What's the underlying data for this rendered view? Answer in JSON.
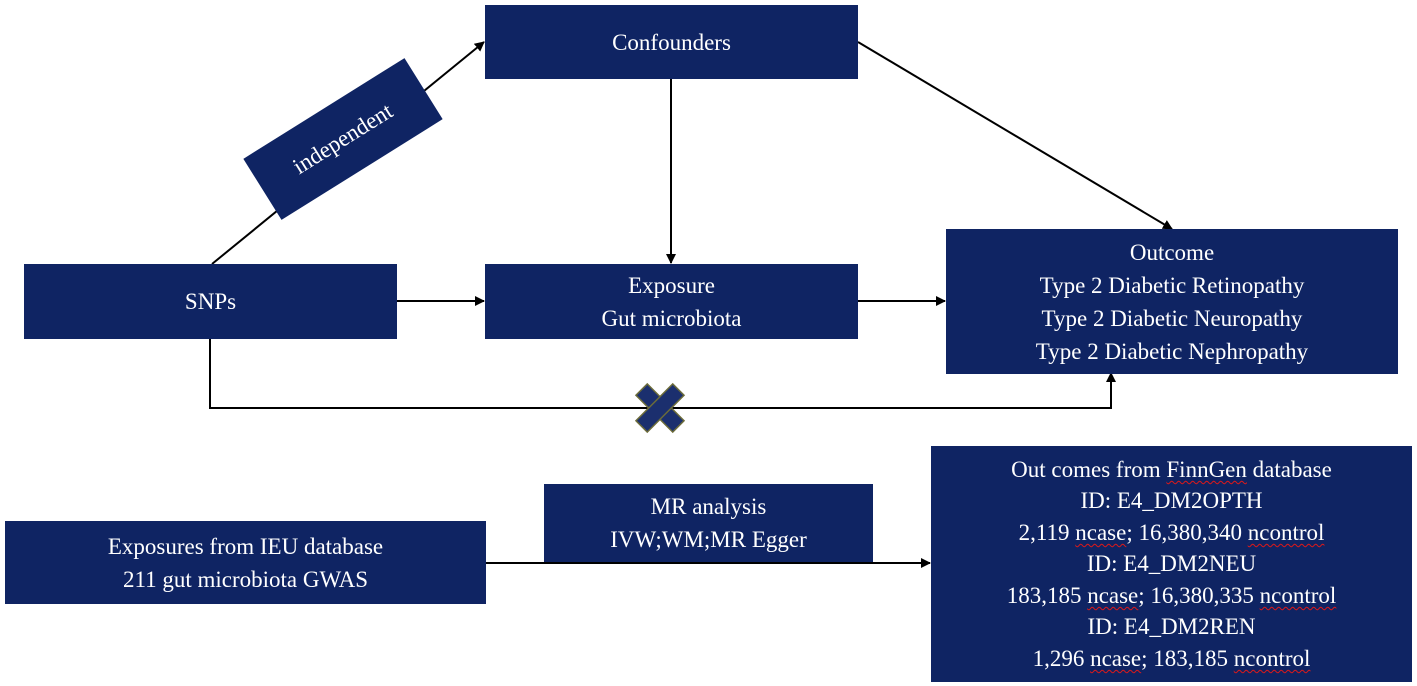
{
  "top": {
    "confounders": "Confounders",
    "independent": "independent",
    "snps": "SNPs",
    "exposure": [
      "Exposure",
      "Gut microbiota"
    ],
    "outcome": [
      "Outcome",
      "Type 2 Diabetic Retinopathy",
      "Type 2 Diabetic Neuropathy",
      "Type 2 Diabetic Nephropathy"
    ]
  },
  "bottom": {
    "exposures": [
      "Exposures from IEU database",
      "211 gut microbiota GWAS"
    ],
    "mr": [
      "MR analysis",
      "IVW;WM;MR Egger"
    ],
    "outcomes": {
      "title_pre": "Out comes from ",
      "title_db": "FinnGen",
      "title_post": " database",
      "id1": "ID: E4_DM2OPTH",
      "row1": [
        "2,119 ",
        "ncase",
        "; 16,380,340 ",
        "ncontrol"
      ],
      "id2": "ID: E4_DM2NEU",
      "row2": [
        "183,185 ",
        "ncase",
        "; 16,380,335 ",
        "ncontrol"
      ],
      "id3": "ID: E4_DM2REN",
      "row3": [
        "1,296 ",
        "ncase",
        "; 183,185 ",
        "ncontrol"
      ]
    }
  },
  "colors": {
    "box": "#0f2463",
    "box_text": "#ffffff",
    "line": "#000000",
    "cross": "#1b2f6e"
  }
}
